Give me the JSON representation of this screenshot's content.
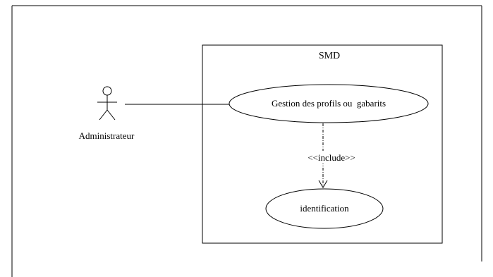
{
  "system": {
    "title": "SMD"
  },
  "actor": {
    "name": "Administrateur"
  },
  "use_cases": [
    {
      "label": "Gestion des profils ou  gabarits"
    },
    {
      "label": "identification"
    }
  ],
  "relation": {
    "stereotype": "<<include>>"
  }
}
